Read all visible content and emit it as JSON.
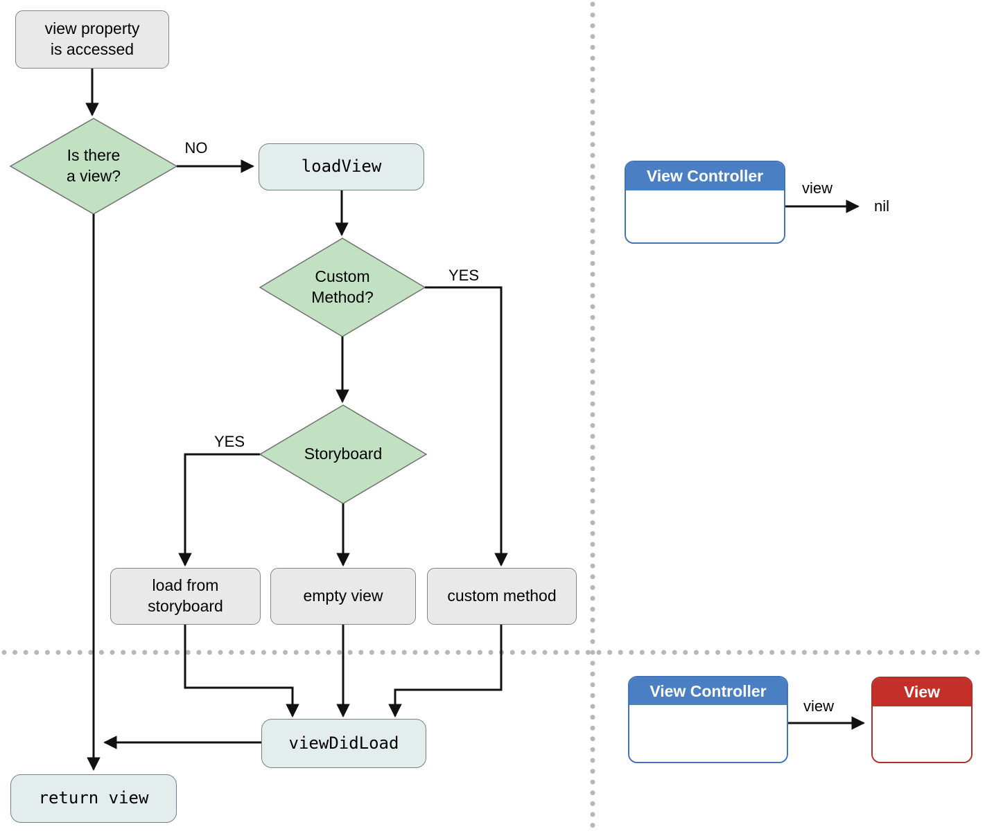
{
  "palette": {
    "line": "#111111",
    "dot": "#b7b7b7",
    "green_fill": "#c2e1c2",
    "green_stroke": "#707070",
    "gray_fill": "#e9e9e9",
    "gray_stroke": "#848484",
    "teal_fill": "#e3eeec",
    "teal_stroke": "#728282",
    "blue": "#4b7fc3",
    "blue_stroke": "#4273b6",
    "red": "#c43029",
    "red_stroke": "#b32d28",
    "text": "#000000"
  },
  "flowchart": {
    "start": "view property\nis accessed",
    "decision_is_view": "Is there\na view?",
    "label_no": "NO",
    "load_view": "loadView",
    "decision_custom_method": "Custom\nMethod?",
    "label_yes_custom": "YES",
    "decision_storyboard": "Storyboard",
    "label_yes_storyboard": "YES",
    "load_from_storyboard": "load from\nstoryboard",
    "empty_view": "empty view",
    "custom_method": "custom method",
    "view_did_load": "viewDidLoad",
    "return_view": "return view"
  },
  "object_diagrams": {
    "no_view": {
      "controller_title": "View Controller",
      "edge_label": "view",
      "edge_target": "nil"
    },
    "loaded_view": {
      "controller_title": "View Controller",
      "edge_label": "view",
      "view_title": "View"
    }
  }
}
